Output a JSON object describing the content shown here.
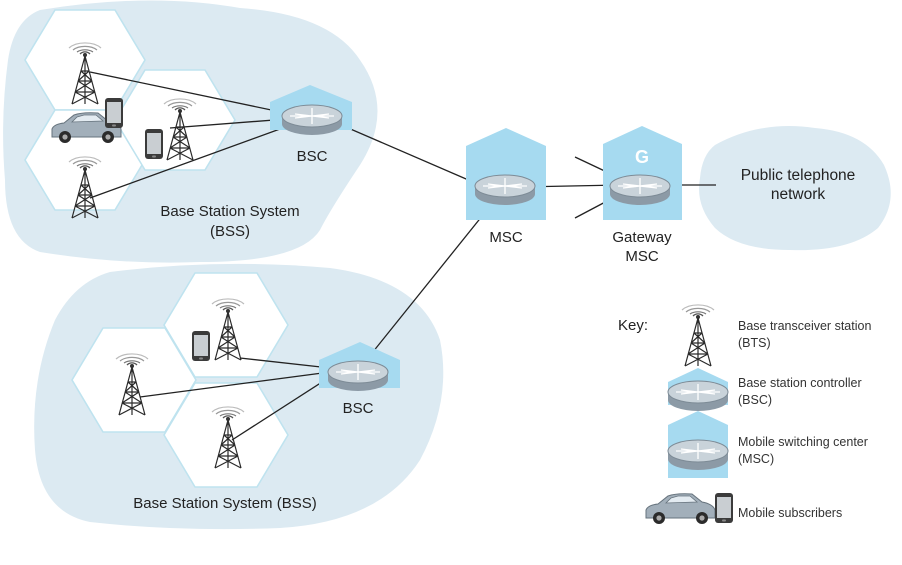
{
  "labels": {
    "bss_top": [
      "Base Station System",
      "(BSS)"
    ],
    "bss_bottom": "Base Station System (BSS)",
    "bsc": "BSC",
    "msc": "MSC",
    "gateway": [
      "Gateway",
      "MSC"
    ],
    "gateway_letter": "G",
    "pstn": [
      "Public telephone",
      "network"
    ]
  },
  "key": {
    "title": "Key:",
    "items": [
      {
        "icon": "bts-tower-icon",
        "lines": [
          "Base transceiver station",
          "(BTS)"
        ]
      },
      {
        "icon": "bsc-building-icon",
        "lines": [
          "Base station controller",
          "(BSC)"
        ]
      },
      {
        "icon": "msc-building-icon",
        "lines": [
          "Mobile switching center",
          "(MSC)"
        ]
      },
      {
        "icon": "mobile-subscriber-icon",
        "lines": [
          "Mobile subscribers"
        ]
      }
    ]
  },
  "colors": {
    "cloud": "#dceaf2",
    "building": "#a6daf0",
    "hex_border": "#bfe3ef",
    "router_top": "#c9d3da",
    "router_side": "#8c9aa6"
  }
}
